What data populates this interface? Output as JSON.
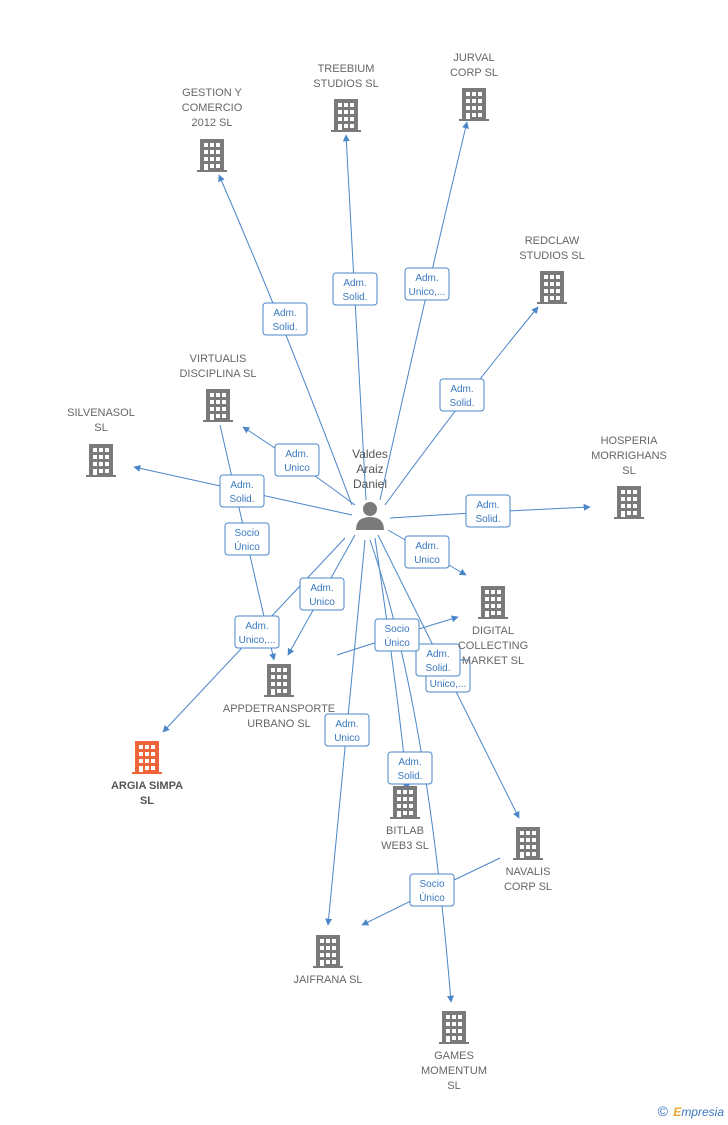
{
  "colors": {
    "edge": "#4a86c8",
    "building": "#7a7a7a",
    "building_highlight": "#f0643a",
    "person": "#7a7a7a"
  },
  "center": {
    "label_lines": [
      "Valdes",
      "Araiz",
      "Daniel"
    ],
    "icon": "person-icon"
  },
  "nodes": [
    {
      "id": "gestion",
      "label_lines": [
        "GESTION Y",
        "COMERCIO",
        "2012 SL"
      ]
    },
    {
      "id": "treebium",
      "label_lines": [
        "TREEBIUM",
        "STUDIOS SL"
      ]
    },
    {
      "id": "jurval",
      "label_lines": [
        "JURVAL",
        "CORP SL"
      ]
    },
    {
      "id": "redclaw",
      "label_lines": [
        "REDCLAW",
        "STUDIOS SL"
      ]
    },
    {
      "id": "virtualis",
      "label_lines": [
        "VIRTUALIS",
        "DISCIPLINA SL"
      ]
    },
    {
      "id": "silvenasol",
      "label_lines": [
        "SILVENASOL",
        "SL"
      ]
    },
    {
      "id": "hosperia",
      "label_lines": [
        "HOSPERIA",
        "MORRIGHANS",
        "SL"
      ]
    },
    {
      "id": "digital",
      "label_lines": [
        "DIGITAL",
        "COLLECTING",
        "MARKET SL"
      ]
    },
    {
      "id": "appdet",
      "label_lines": [
        "APPDETRANSPORTE",
        "URBANO SL"
      ]
    },
    {
      "id": "argia",
      "label_lines": [
        "ARGIA SIMPA",
        "SL"
      ],
      "highlight": true
    },
    {
      "id": "bitlab",
      "label_lines": [
        "BITLAB",
        "WEB3 SL"
      ]
    },
    {
      "id": "navalis",
      "label_lines": [
        "NAVALIS",
        "CORP SL"
      ]
    },
    {
      "id": "jaifrana",
      "label_lines": [
        "JAIFRANA SL"
      ]
    },
    {
      "id": "games",
      "label_lines": [
        "GAMES",
        "MOMENTUM",
        "SL"
      ]
    }
  ],
  "edges": [
    {
      "to": "gestion",
      "label_lines": [
        "Adm.",
        "Solid."
      ]
    },
    {
      "to": "treebium",
      "label_lines": [
        "Adm.",
        "Solid."
      ]
    },
    {
      "to": "jurval",
      "label_lines": [
        "Adm.",
        "Unico,..."
      ]
    },
    {
      "to": "redclaw",
      "label_lines": [
        "Adm.",
        "Solid."
      ]
    },
    {
      "to": "virtualis",
      "label_lines": [
        "Adm.",
        "Unico"
      ]
    },
    {
      "to": "silvenasol",
      "label_lines": [
        "Adm.",
        "Solid."
      ]
    },
    {
      "to": "hosperia",
      "label_lines": [
        "Adm.",
        "Solid."
      ]
    },
    {
      "to": "digital",
      "label_lines": [
        "Adm.",
        "Unico"
      ]
    },
    {
      "to": "appdet",
      "label_lines": [
        "Adm.",
        "Unico"
      ]
    },
    {
      "to": "argia",
      "label_lines": [
        "Adm.",
        "Unico,..."
      ]
    },
    {
      "to": "bitlab",
      "label_lines": [
        "Adm.",
        "Solid."
      ]
    },
    {
      "to": "navalis",
      "label_lines": [
        "Adm.",
        "Unico,..."
      ]
    },
    {
      "to": "jaifrana",
      "label_lines": [
        "Adm.",
        "Unico"
      ]
    },
    {
      "to": "games",
      "label_lines": [
        "Adm.",
        "Solid."
      ]
    },
    {
      "from": "virtualis",
      "to": "appdet",
      "label_lines": [
        "Socio",
        "Único"
      ]
    },
    {
      "from": "appdet",
      "to": "digital",
      "label_lines": [
        "Socio",
        "Único"
      ]
    },
    {
      "from": "navalis",
      "to": "jaifrana",
      "label_lines": [
        "Socio",
        "Único"
      ]
    }
  ],
  "footer": {
    "copyright": "©",
    "brand_initial": "E",
    "brand_rest": "mpresia"
  }
}
